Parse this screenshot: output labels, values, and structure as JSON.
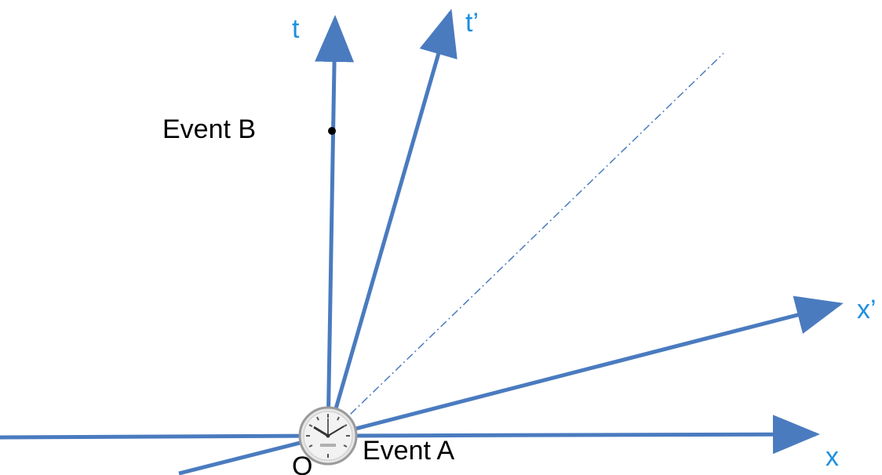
{
  "colors": {
    "axis": "#4a7bbf",
    "axis_label": "#1e8fe0",
    "text": "#000000",
    "point": "#000000",
    "clock_face": "#e6e6e6",
    "clock_rim": "#9a9a9a"
  },
  "axes": {
    "t": "t",
    "t_prime": "t’",
    "x": "x",
    "x_prime": "x’"
  },
  "events": {
    "a": "Event A",
    "b": "Event B"
  },
  "origin": "O",
  "icons": {
    "clock": "clock-icon"
  }
}
